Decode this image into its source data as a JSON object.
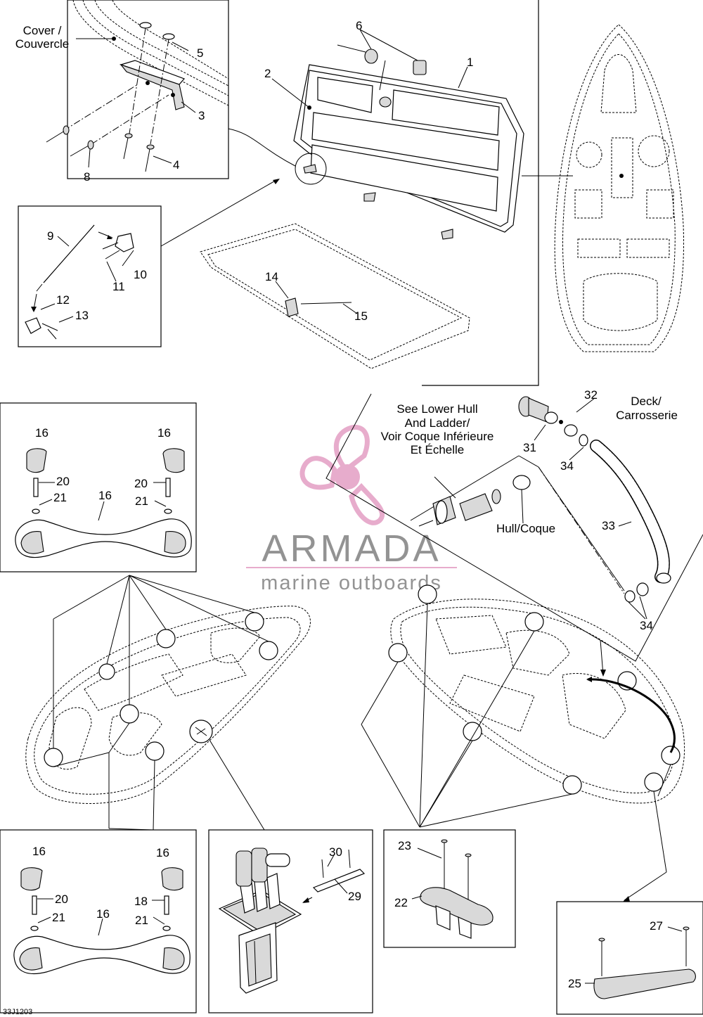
{
  "callouts": {
    "c1": "1",
    "c2": "2",
    "c3": "3",
    "c4": "4",
    "c5": "5",
    "c6": "6",
    "c8": "8",
    "c9": "9",
    "c10": "10",
    "c11": "11",
    "c12": "12",
    "c13": "13",
    "c14": "14",
    "c15": "15",
    "c16a": "16",
    "c16b": "16",
    "c16c": "16",
    "c16d": "16",
    "c16e": "16",
    "c16f": "16",
    "c18": "18",
    "c20a": "20",
    "c20b": "20",
    "c20c": "20",
    "c21a": "21",
    "c21b": "21",
    "c21c": "21",
    "c21d": "21",
    "c22": "22",
    "c23": "23",
    "c25": "25",
    "c27": "27",
    "c29": "29",
    "c30": "30",
    "c31": "31",
    "c32": "32",
    "c33": "33",
    "c34a": "34",
    "c34b": "34"
  },
  "text_labels": {
    "cover_line1": "Cover /",
    "cover_line2": "Couvercle",
    "deck_line1": "Deck/",
    "deck_line2": "Carrosserie",
    "hull": "Hull/Coque",
    "see_line1": "See Lower Hull",
    "see_line2": "And Ladder/",
    "see_line3": "Voir Coque Inférieure",
    "see_line4": "Et Échelle"
  },
  "watermark": {
    "title": "ARMADA",
    "subtitle": "marine outboards",
    "accent_color": "#e6a6c8",
    "text_color": "#8a8a8a"
  },
  "figure_code": "33J1203"
}
